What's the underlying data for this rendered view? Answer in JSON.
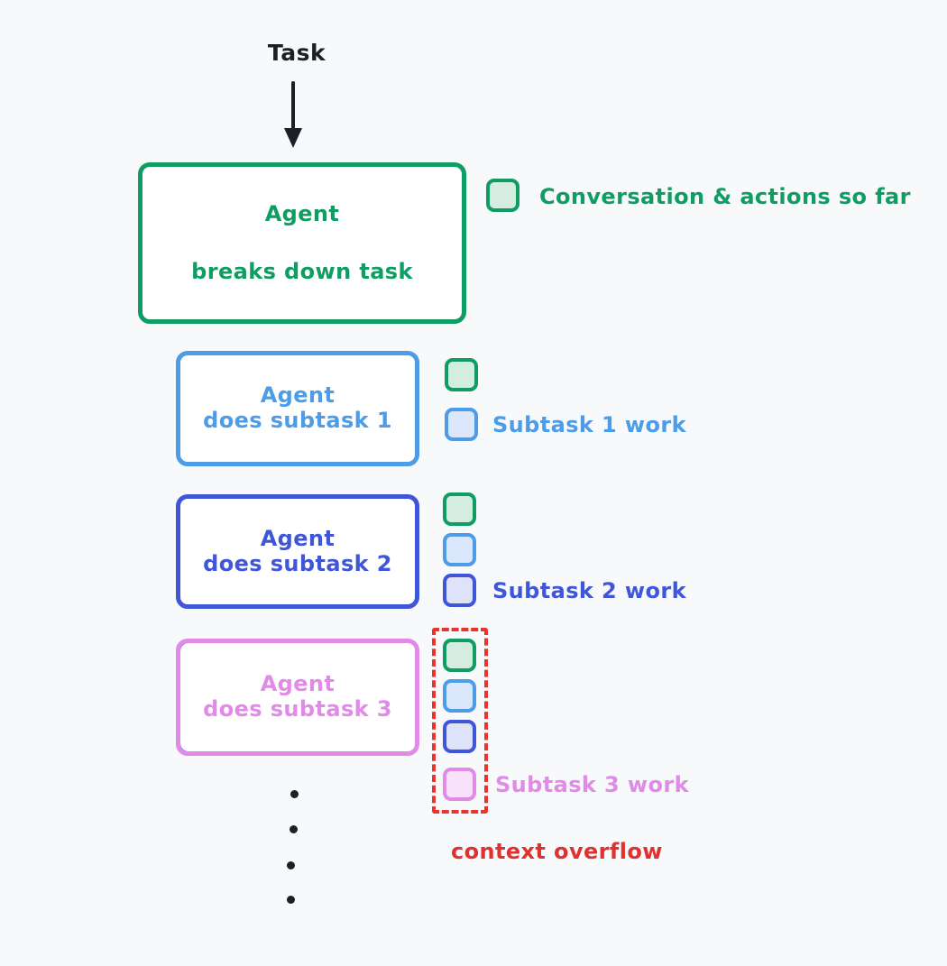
{
  "diagram": {
    "title": "Task",
    "background_color": "#f7f9fb",
    "colors": {
      "root_green": "#0f9d63",
      "subtask1_blue": "#4d9ce8",
      "subtask2_indigo": "#3f56d9",
      "subtask3_pink": "#e18ae8",
      "overflow_red": "#e8332f",
      "arrow_dark": "#1b2026"
    }
  },
  "arrow": {
    "name": "task-to-agent-arrow",
    "direction": "down"
  },
  "boxes": [
    {
      "id": "root",
      "line1": "Agent",
      "line2": "breaks down task",
      "color": "#0f9d63"
    },
    {
      "id": "subtask1",
      "line1": "Agent",
      "line2": "does subtask 1",
      "color": "#4d9ce8"
    },
    {
      "id": "subtask2",
      "line1": "Agent",
      "line2": "does subtask 2",
      "color": "#3f56d9"
    },
    {
      "id": "subtask3",
      "line1": "Agent",
      "line2": "does subtask 3",
      "color": "#e18ae8"
    }
  ],
  "legend": {
    "root": {
      "label": "Conversation & actions so far",
      "color": "#0f9d63",
      "swatch": "context-square-green"
    },
    "subtask1": {
      "label": "Subtask 1 work",
      "color": "#4d9ce8",
      "swatch": "context-square-blue"
    },
    "subtask2": {
      "label": "Subtask 2 work",
      "color": "#3f56d9",
      "swatch": "context-square-indigo"
    },
    "subtask3": {
      "label": "Subtask 3 work",
      "color": "#e18ae8",
      "swatch": "context-square-pink"
    }
  },
  "overflow": {
    "label": "context overflow",
    "color": "#e8332f",
    "style": "dashed-rectangle",
    "encloses": [
      "green",
      "blue",
      "indigo",
      "pink"
    ]
  },
  "ellipsis": {
    "dot_count": 4,
    "meaning": "continues"
  },
  "context_stacks": {
    "root_row": [
      "green"
    ],
    "subtask1_row": [
      "green",
      "blue"
    ],
    "subtask2_row": [
      "green",
      "blue",
      "indigo"
    ],
    "subtask3_row": [
      "green",
      "blue",
      "indigo",
      "pink"
    ]
  }
}
